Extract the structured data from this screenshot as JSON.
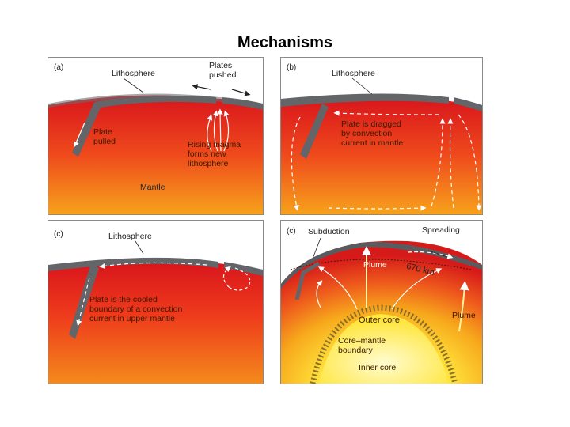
{
  "title": "Mechanisms",
  "panels": {
    "a": {
      "tag": "(a)",
      "lithosphere": "Lithosphere",
      "plates_pushed": "Plates\npushed",
      "plate_pulled": "Plate\npulled",
      "rising_magma": "Rising magma\nforms new\nlithosphere",
      "mantle": "Mantle"
    },
    "b": {
      "tag": "(b)",
      "lithosphere": "Lithosphere",
      "dragged": "Plate is dragged\nby convection\ncurrent in mantle"
    },
    "c": {
      "tag": "(c)",
      "lithosphere": "Lithosphere",
      "cooled": "Plate is the cooled\nboundary of a convection\ncurrent in upper mantle"
    },
    "d": {
      "tag": "(c)",
      "subduction": "Subduction",
      "spreading": "Spreading",
      "plume_top": "Plume",
      "depth": "670 km",
      "outer_core": "Outer core",
      "plume_right": "Plume",
      "boundary": "Core–mantle\nboundary",
      "inner_core": "Inner core"
    }
  }
}
